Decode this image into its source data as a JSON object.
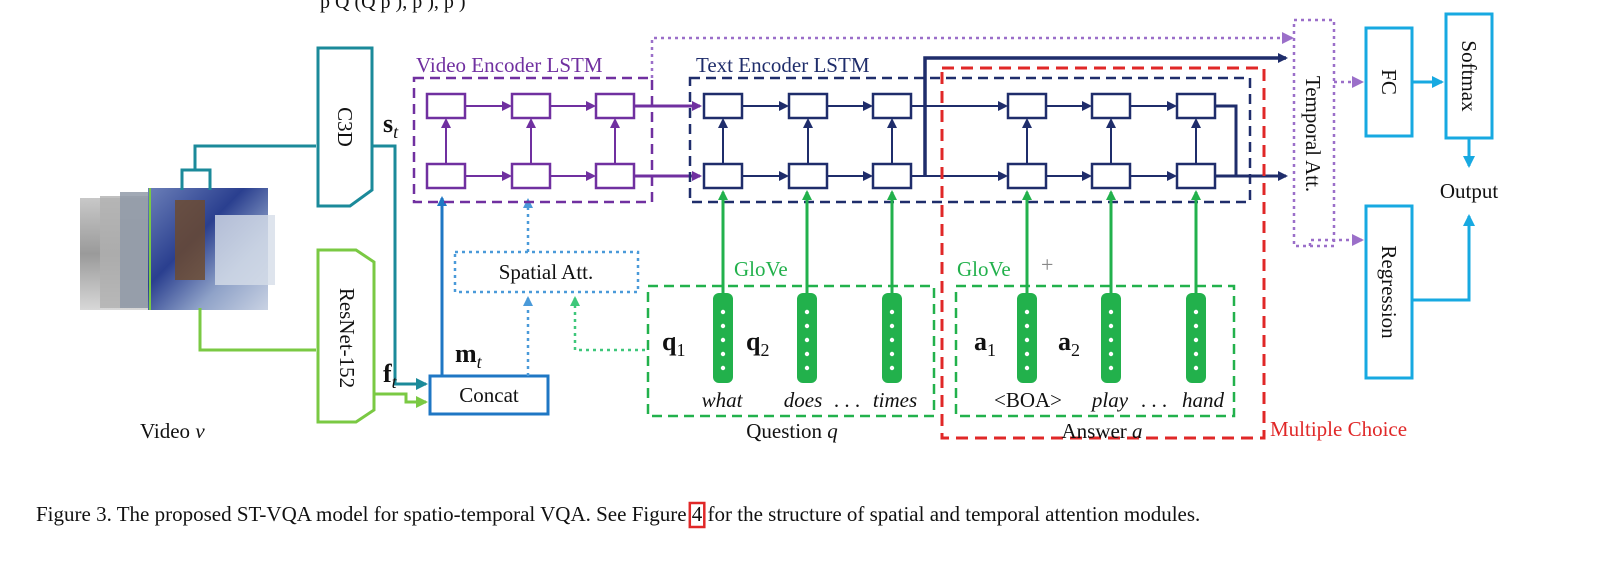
{
  "top_cut_text": "p                                                                  Q                      (Q                     p       ),       p          ),                                    p       )",
  "labels": {
    "video": "Video",
    "video_var": "v",
    "c3d": "C3D",
    "resnet": "ResNet-152",
    "s_t": "s",
    "s_t_sub": "t",
    "f_t": "f",
    "f_t_sub": "t",
    "m_t": "m",
    "m_t_sub": "t",
    "concat": "Concat",
    "spatial_att": "Spatial Att.",
    "video_encoder": "Video Encoder LSTM",
    "text_encoder": "Text Encoder LSTM",
    "temporal_att": "Temporal Att.",
    "fc": "FC",
    "softmax": "Softmax",
    "output": "Output",
    "regression": "Regression",
    "glove_q": "GloVe",
    "glove_a": "GloVe",
    "q1": "q",
    "q1_sub": "1",
    "q2": "q",
    "q2_sub": "2",
    "a1": "a",
    "a1_sub": "1",
    "a2": "a",
    "a2_sub": "2",
    "word_what": "what",
    "word_does": "does",
    "dots_q": ". . .",
    "word_times": "times",
    "word_boa": "<BOA>",
    "word_play": "play",
    "dots_a": ". . .",
    "word_hand": "hand",
    "question": "Question",
    "question_var": "q",
    "answer": "Answer",
    "answer_var": "a",
    "multiple_choice": "Multiple Choice"
  },
  "caption": {
    "prefix": "Figure 3. The proposed ST-VQA model for spatio-temporal VQA. See Figure ",
    "ref": "4",
    "suffix": " for the structure of spatial and temporal attention modules."
  },
  "colors": {
    "purple": "#7030a0",
    "navy": "#1f2d6b",
    "teal": "#1b8a9a",
    "lightgreen": "#7ac943",
    "green": "#22b14c",
    "blue": "#1f77c4",
    "dottedblue": "#4a9ad9",
    "lightblue": "#17a9e1",
    "red": "#e02828",
    "lavender": "#9b6fc9"
  }
}
